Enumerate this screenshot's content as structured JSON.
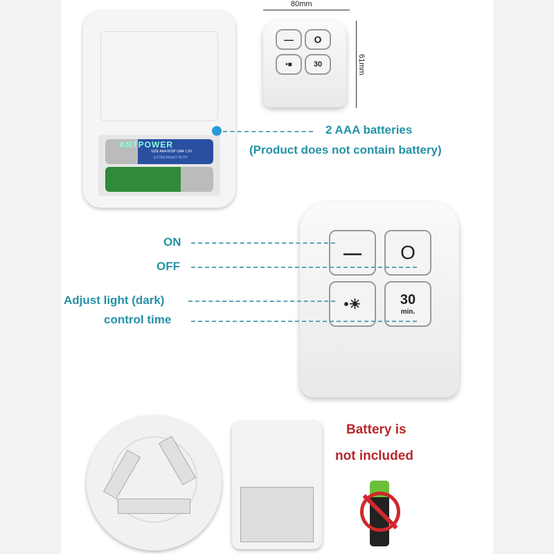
{
  "dimensions": {
    "width": "80mm",
    "height": "61mm"
  },
  "battery_callout": {
    "line1": "2 AAA batteries",
    "line2": "(Product does not contain battery)"
  },
  "battery_brand": "ANTPOWER",
  "battery_spec": "SIZE AAA R03P UM4 1.5V",
  "battery_sub": "EXTRA HEAVY DUTY",
  "button_labels": {
    "on": "ON",
    "off": "OFF",
    "adjust": "Adjust light (dark)",
    "timer": "control time"
  },
  "remote_buttons": {
    "on_glyph": "—",
    "off_glyph": "O",
    "dim_glyph": "•☀",
    "timer_value": "30",
    "timer_unit": "min."
  },
  "notice": {
    "line1": "Battery is",
    "line2": "not included"
  },
  "colors": {
    "accent": "#2592a6",
    "warning": "#b8262a",
    "battery_green": "#2f8a3a",
    "battery_blue": "#2a4fa0"
  }
}
